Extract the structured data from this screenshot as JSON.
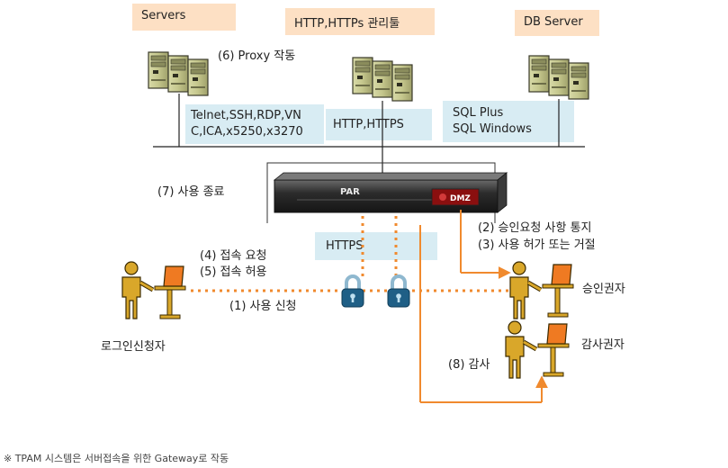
{
  "top_boxes": {
    "servers": "Servers",
    "http_tool": "HTTP,HTTPs 관리툴",
    "db_server": "DB Server"
  },
  "protocols": {
    "servers_line1": "Telnet,SSH,RDP,VN",
    "servers_line2": "C,ICA,x5250,x3270",
    "http": "HTTP,HTTPS",
    "db_line1": "SQL Plus",
    "db_line2": "SQL Windows",
    "https": "HTTPS"
  },
  "device": {
    "brand": "PAR",
    "badge": "DMZ"
  },
  "steps": {
    "s1": "(1) 사용 신청",
    "s2": "(2) 승인요청 사항 통지",
    "s3": "(3) 사용 허가 또는 거절",
    "s4": "(4) 접속 요청",
    "s5": "(5) 접속 허용",
    "s6": "(6) Proxy 작동",
    "s7": "(7) 사용 종료",
    "s8": "(8) 감사"
  },
  "actors": {
    "requester": "로그인신청자",
    "approver": "승인권자",
    "auditor": "감사권자"
  },
  "footnote": "※ TPAM 시스템은 서버접속을 위한 Gateway로 작동",
  "colors": {
    "orange": "#f08a2e",
    "peach": "#fde0c4",
    "light_blue": "#d8ecf3",
    "lock_blue": "#1f5f86",
    "figure_gold": "#b8860b"
  }
}
